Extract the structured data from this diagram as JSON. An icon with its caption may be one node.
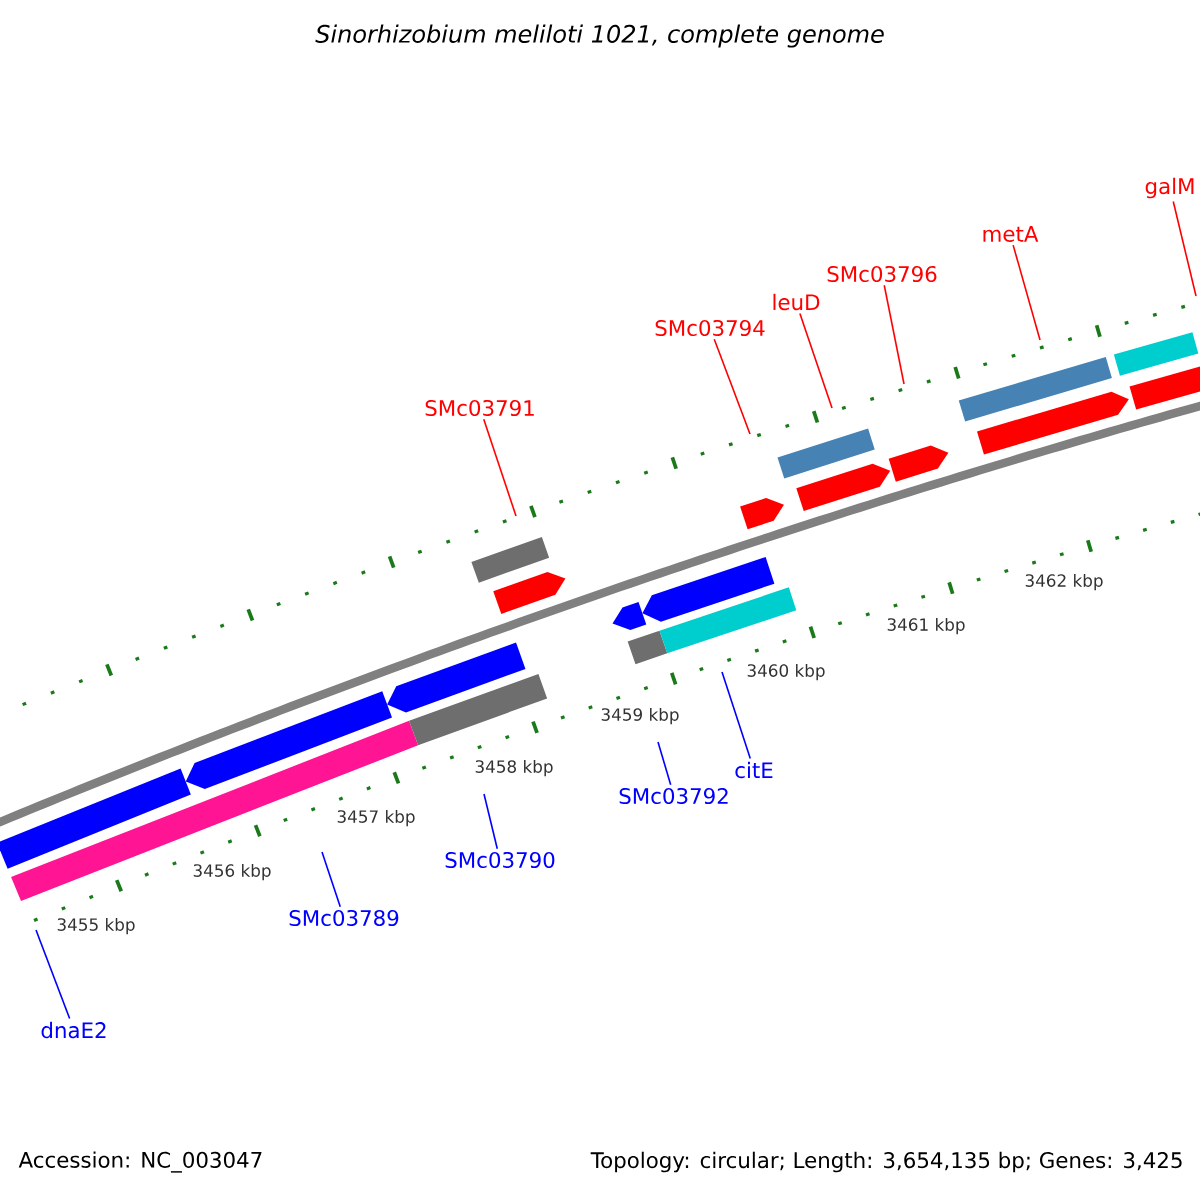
{
  "diagram": {
    "title": "Sinorhizobium meliloti 1021, complete genome",
    "nodes": [
      {
        "text": [
          "galM"
        ]
      },
      {
        "text": [
          "metA"
        ]
      },
      {
        "text": [
          "SMc03796"
        ]
      },
      {
        "text": [
          "leuD"
        ]
      },
      {
        "text": [
          "SMc03794"
        ]
      },
      {
        "text": [
          "SMc03791"
        ]
      },
      {
        "text": [
          "citE"
        ]
      },
      {
        "text": [
          "SMc03792"
        ]
      },
      {
        "text": [
          "SMc03790"
        ]
      },
      {
        "text": [
          "SMc03789"
        ]
      },
      {
        "text": [
          "dnaE2"
        ]
      }
    ],
    "edges": [
      {
        "from": 0,
        "to": null,
        "arrow": "none",
        "color": "#ff0000"
      },
      {
        "from": 1,
        "to": null,
        "arrow": "none",
        "color": "#ff0000"
      },
      {
        "from": 2,
        "to": null,
        "arrow": "none",
        "color": "#ff0000"
      },
      {
        "from": 3,
        "to": null,
        "arrow": "none",
        "color": "#ff0000"
      },
      {
        "from": 4,
        "to": null,
        "arrow": "none",
        "color": "#ff0000"
      },
      {
        "from": 5,
        "to": null,
        "arrow": "none",
        "color": "#ff0000"
      },
      {
        "from": 6,
        "to": null,
        "arrow": "none",
        "color": "#0000ff"
      },
      {
        "from": 7,
        "to": null,
        "arrow": "none",
        "color": "#0000ff"
      },
      {
        "from": 8,
        "to": null,
        "arrow": "none",
        "color": "#0000ff"
      },
      {
        "from": 9,
        "to": null,
        "arrow": "none",
        "color": "#0000ff"
      },
      {
        "from": 10,
        "to": null,
        "arrow": "none",
        "color": "#0000ff"
      }
    ],
    "labels": [
      "3462 kbp",
      "3461 kbp",
      "3460 kbp",
      "3459 kbp",
      "3458 kbp",
      "3457 kbp",
      "3456 kbp",
      "3455 kbp",
      "Accession: NC_003047",
      "Topology: circular; Length: 3,654,135 bp; Genes: 3,425"
    ]
  }
}
